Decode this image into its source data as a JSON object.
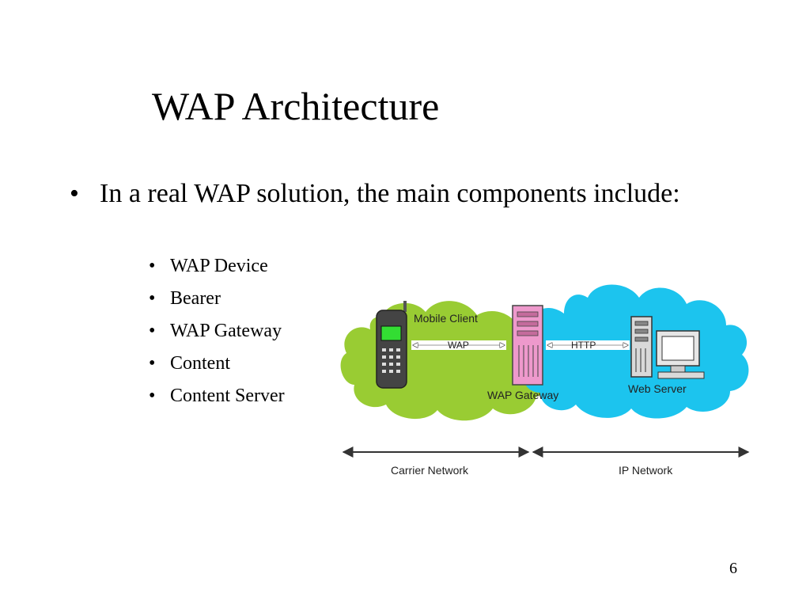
{
  "slide": {
    "title": "WAP Architecture",
    "bullet": "In a real WAP solution, the main components include:",
    "bullet_marker": "•",
    "sub_items": [
      "WAP Device",
      "Bearer",
      "WAP Gateway",
      "Content",
      "Content Server"
    ],
    "page_number": "6"
  },
  "diagram": {
    "mobile_client_label": "Mobile Client",
    "wap_label": "WAP",
    "http_label": "HTTP",
    "gateway_label": "WAP Gateway",
    "web_server_label": "Web Server",
    "carrier_network_label": "Carrier Network",
    "ip_network_label": "IP Network",
    "colors": {
      "carrier_cloud": "#99cc33",
      "ip_cloud": "#1cc4ee",
      "gateway": "#ee99cc",
      "phone_screen": "#33dd33"
    },
    "icons": [
      "mobile-phone-icon",
      "gateway-server-icon",
      "web-server-tower-icon",
      "monitor-icon"
    ]
  }
}
